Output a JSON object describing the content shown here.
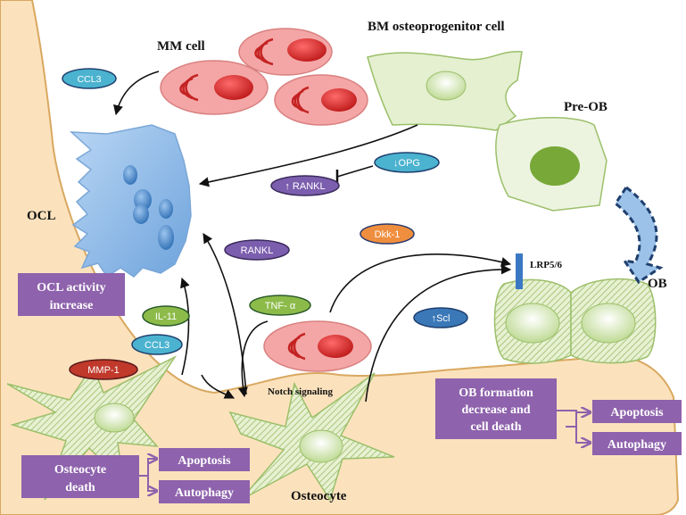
{
  "labels": {
    "mm_cell": "MM cell",
    "bm_osteoprogenitor": "BM osteoprogenitor cell",
    "pre_ob": "Pre-OB",
    "ocl": "OCL",
    "ob": "OB",
    "lrp": "LRP5/6",
    "notch": "Notch signaling",
    "osteocyte": "Osteocyte"
  },
  "pills": {
    "ccl3_top": "CCL3",
    "opg": "↓OPG",
    "rankl_up": "↑ RANKL",
    "dkk1": "Dkk-1",
    "rankl": "RANKL",
    "tnf": "TNF- α",
    "scl": "↑Scl",
    "il11": "IL-11",
    "ccl3_low": "CCL3",
    "mmp1": "MMP-1"
  },
  "boxes": {
    "ocl_activity": [
      "OCL activity",
      "increase"
    ],
    "osteocyte_death": [
      "Osteocyte",
      "death"
    ],
    "ob_formation": [
      "OB formation",
      "decrease and",
      "cell death"
    ],
    "apoptosis_left": "Apoptosis",
    "autophagy_left": "Autophagy",
    "apoptosis_right": "Apoptosis",
    "autophagy_right": "Autophagy"
  },
  "colors": {
    "bone_fill": "#fbe2bd",
    "mm_cell": "#f4a6a6",
    "nucleus": "#d42a2a",
    "ocl": "#8fbbe6",
    "purple_box": "#8e62ac",
    "pill_teal": "#4bb3cf",
    "pill_purple": "#7c5eae",
    "pill_orange": "#ef8e3e",
    "pill_green": "#8dbb4a",
    "pill_red": "#c0392b",
    "pill_blue": "#3b78b8",
    "ob_green": "#d8e9b9"
  }
}
